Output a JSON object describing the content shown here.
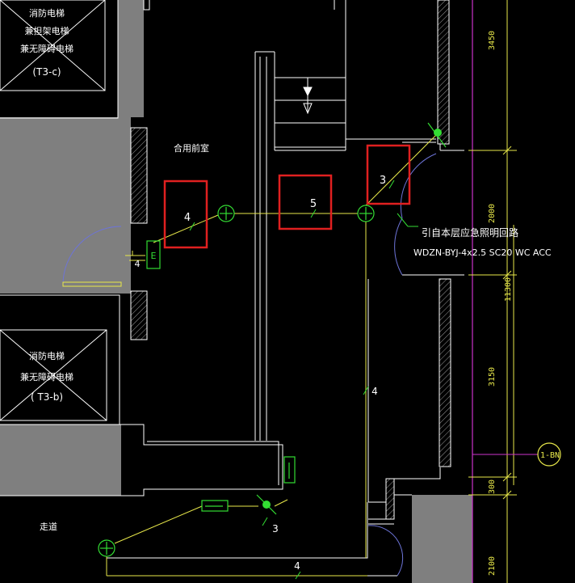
{
  "labels": {
    "elevator_top_line1": "消防电梯",
    "elevator_top_line2": "兼担架电梯",
    "elevator_top_line3": "兼无障碍电梯",
    "elevator_top_id": "(T3-c)",
    "elevator_bottom_line1": "消防电梯",
    "elevator_bottom_line2": "兼无障碍电梯",
    "elevator_bottom_id": "( T3-b)",
    "room_shared_anteroom": "合用前室",
    "corridor": "走道",
    "exit_sign_e": "E",
    "annotation_line1": "引自本层应急照明回路",
    "annotation_line2": "WDZN-BYJ-4x2.5  SC20  WC ACC",
    "grid_axis": "1-BN"
  },
  "wire_counts": {
    "box_left": "4",
    "box_mid": "5",
    "box_right": "3",
    "near_exit": "4",
    "vertical_run": "4",
    "lower_node": "3",
    "bottom_run": "4"
  },
  "dimensions": [
    "3450",
    "2000",
    "11300",
    "3150",
    "300",
    "2100"
  ],
  "colors": {
    "highlight_box": "#e02020",
    "wire": "#e8e84a",
    "fixture": "#33dd33",
    "wall": "#ffffff",
    "grid_line": "#cc33cc",
    "door_arc": "#6d74d8",
    "shaded_area": "#7f7f7f"
  }
}
